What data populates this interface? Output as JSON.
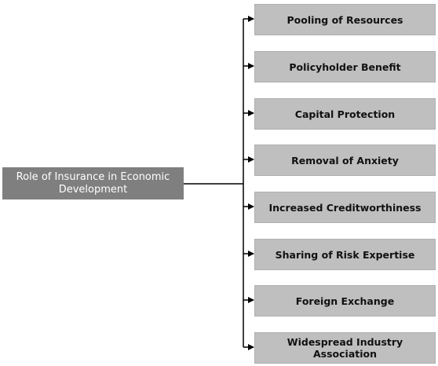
{
  "root": {
    "label": "Role of Insurance in Economic Development"
  },
  "branches": [
    {
      "label": "Pooling of Resources"
    },
    {
      "label": "Policyholder Benefit"
    },
    {
      "label": "Capital Protection"
    },
    {
      "label": "Removal of Anxiety"
    },
    {
      "label": "Increased Creditworthiness"
    },
    {
      "label": "Sharing of Risk Expertise"
    },
    {
      "label": "Foreign Exchange"
    },
    {
      "label": "Widespread Industry Association"
    }
  ],
  "colors": {
    "root_fill": "#7f7f7f",
    "branch_fill": "#bfbfbf",
    "connector": "#000000"
  }
}
